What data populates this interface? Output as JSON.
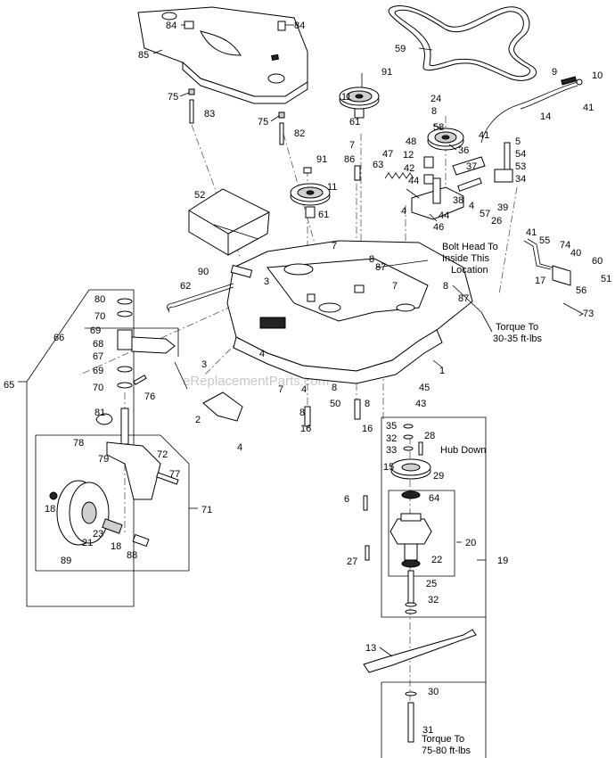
{
  "part_labels": {
    "p84a": "84",
    "p84b": "84",
    "p85": "85",
    "p75a": "75",
    "p83": "83",
    "p75b": "75",
    "p82": "82",
    "p59": "59",
    "p9": "9",
    "p10": "10",
    "p41a": "41",
    "p14": "14",
    "p91a": "91",
    "p11a": "11",
    "p61a": "61",
    "p24": "24",
    "p8a": "8",
    "p58": "58",
    "p36": "36",
    "p48": "48",
    "p12": "12",
    "p42": "42",
    "p41b": "41",
    "p5": "5",
    "p54": "54",
    "p53": "53",
    "p34": "34",
    "p7a": "7",
    "p86": "86",
    "p47": "47",
    "p63": "63",
    "p44a": "44",
    "p37": "37",
    "p38": "38",
    "p4a": "4",
    "p39": "39",
    "p57": "57",
    "p26": "26",
    "p91b": "91",
    "p11b": "11",
    "p61b": "61",
    "p44b": "44",
    "p46": "46",
    "p4b": "4",
    "p52": "52",
    "p7b": "7",
    "p8b": "8",
    "p87a": "87",
    "p41c": "41",
    "p55": "55",
    "p74": "74",
    "p40": "40",
    "p60": "60",
    "p51": "51",
    "p17": "17",
    "p56": "56",
    "p73": "73",
    "p90": "90",
    "p62": "62",
    "p3a": "3",
    "p7c": "7",
    "p8c": "8",
    "p87b": "87",
    "p80": "80",
    "p70a": "70",
    "p69a": "69",
    "p68": "68",
    "p67": "67",
    "p69b": "69",
    "p70b": "70",
    "p66": "66",
    "p65": "65",
    "p76": "76",
    "p4c": "4",
    "p3b": "3",
    "p2": "2",
    "p4d": "4",
    "p7d": "7",
    "p4e": "4",
    "p1": "1",
    "p8d": "8",
    "p45": "45",
    "p50": "50",
    "p8e": "8",
    "p43": "43",
    "p8f": "8",
    "p16a": "16",
    "p16b": "16",
    "p81": "81",
    "p78": "78",
    "p79": "79",
    "p72": "72",
    "p77": "77",
    "p71": "71",
    "p18a": "18",
    "p23": "23",
    "p21": "21",
    "p18b": "18",
    "p89": "89",
    "p88": "88",
    "p35": "35",
    "p32a": "32",
    "p33": "33",
    "p28": "28",
    "p15": "15",
    "p29": "29",
    "p6": "6",
    "p64": "64",
    "p20": "20",
    "p19": "19",
    "p27": "27",
    "p22": "22",
    "p25": "25",
    "p32b": "32",
    "p13": "13",
    "p30": "30",
    "p31": "31"
  },
  "notes": {
    "bolt_head_line1": "Bolt Head To",
    "bolt_head_line2": "Inside This",
    "bolt_head_line3": "Location",
    "torque1_line1": "Torque To",
    "torque1_line2": "30-35 ft-lbs",
    "hub_down": "Hub Down",
    "torque2_line1": "Torque To",
    "torque2_line2": "75-80 ft-lbs"
  },
  "watermark": "eReplacementParts.com"
}
